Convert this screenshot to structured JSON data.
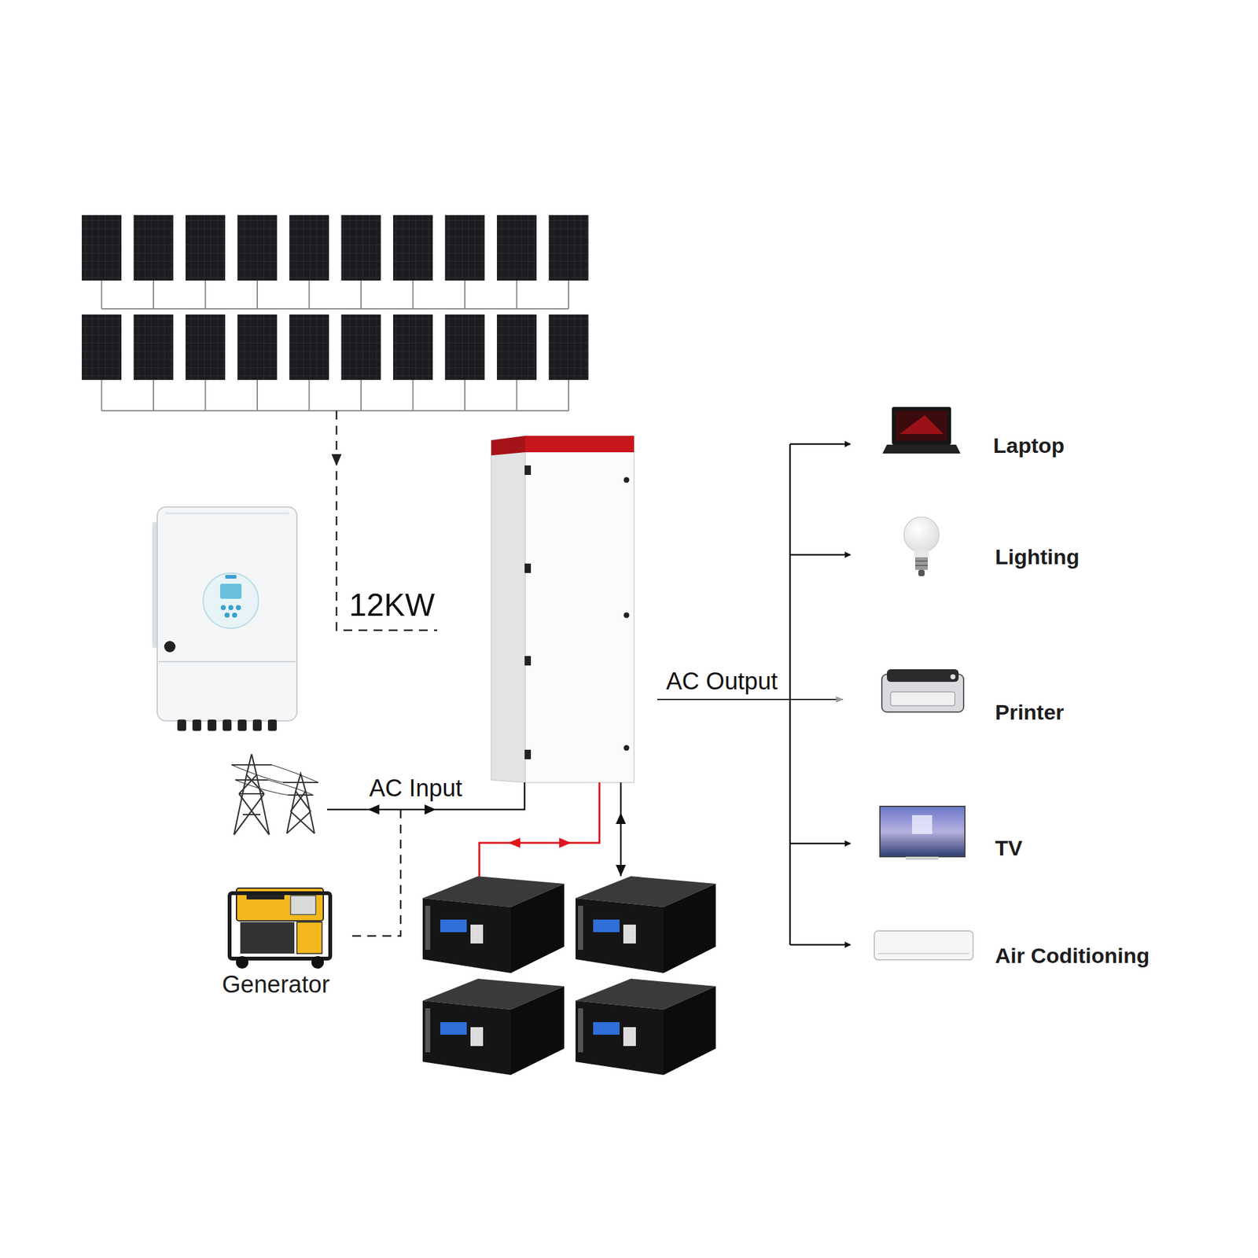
{
  "diagram": {
    "nodes": [
      {
        "text": [
          "Laptop"
        ]
      },
      {
        "text": [
          "Lighting"
        ]
      },
      {
        "text": [
          "Printer"
        ]
      },
      {
        "text": [
          "TV"
        ]
      },
      {
        "text": [
          "Air Coditioning"
        ]
      },
      {
        "text": [
          "Generator"
        ]
      }
    ],
    "labels": [
      "12KW",
      "AC Output",
      "AC Input"
    ]
  }
}
